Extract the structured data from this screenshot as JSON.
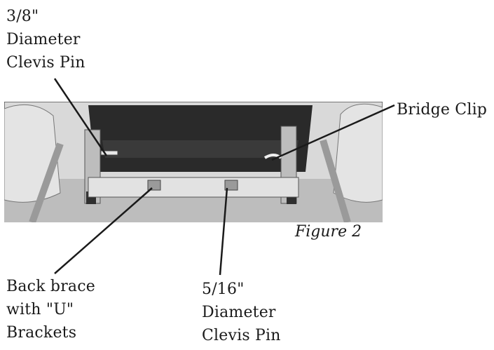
{
  "labels": {
    "clevis_pin_3_8": [
      "3/8\"",
      "Diameter",
      "Clevis Pin"
    ],
    "bridge_clip": "Bridge Clip",
    "back_brace": [
      "Back brace",
      "with \"U\"",
      "Brackets"
    ],
    "clevis_pin_5_16": [
      "5/16\"",
      "Diameter",
      "Clevis Pin"
    ]
  },
  "caption": "Figure 2",
  "colors": {
    "text": "#1a1a1a",
    "frame": "#444444",
    "mat": "#2a2a2a",
    "metal": "#c8c8c8"
  }
}
